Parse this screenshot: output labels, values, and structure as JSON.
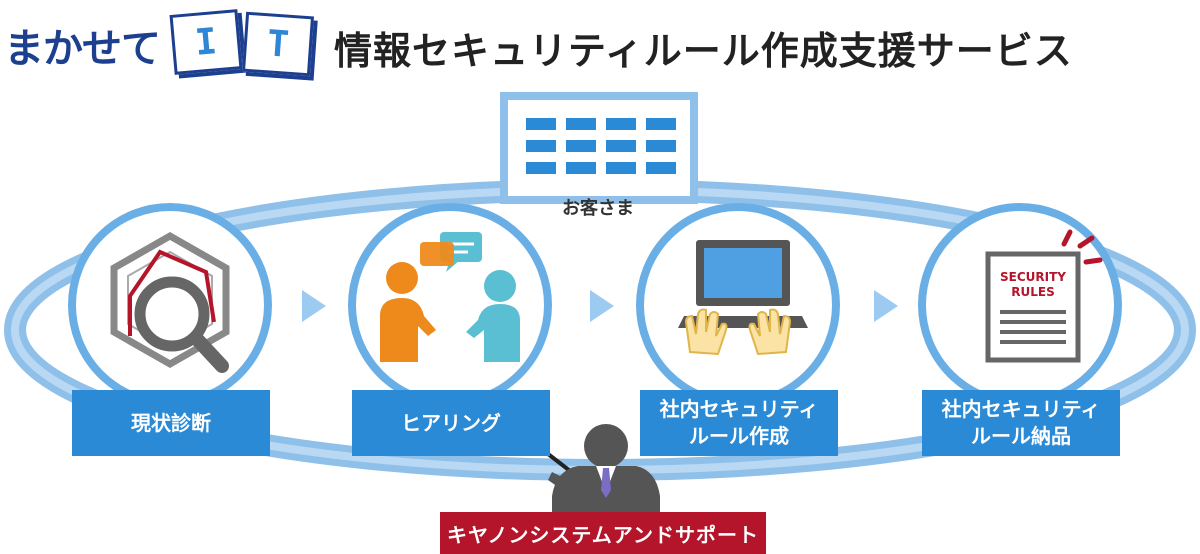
{
  "header": {
    "brand": "まかせて",
    "it_letters": [
      "I",
      "T"
    ],
    "title": "情報セキュリティルール作成支援サービス"
  },
  "customer": {
    "label": "お客さま"
  },
  "steps": [
    {
      "label": "現状診断"
    },
    {
      "label": "ヒアリング"
    },
    {
      "label": "社内セキュリティ\nルール作成"
    },
    {
      "label": "社内セキュリティ\nルール納品"
    }
  ],
  "document": {
    "line1": "SECURITY",
    "line2": "RULES"
  },
  "company": {
    "label": "キヤノンシステムアンドサポート"
  },
  "colors": {
    "navy": "#1c3f8f",
    "blue": "#2a8ad6",
    "light_blue": "#8ec0ea",
    "red": "#b5152a",
    "orange": "#ee8a1c",
    "teal": "#5bbfd3"
  }
}
